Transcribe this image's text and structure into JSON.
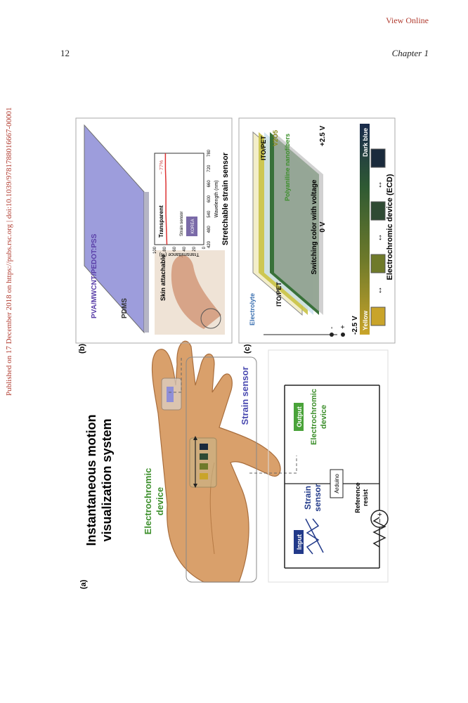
{
  "header": {
    "view_online": "View Online",
    "page_number": "12",
    "chapter": "Chapter 1"
  },
  "side_note": "Published on 17 December 2018 on https://pubs.rsc.org | doi:10.1039/9781788016667-00001",
  "figure": {
    "panel_a": {
      "label": "(a)",
      "title_line1": "Instantaneous motion",
      "title_line2": "visualization system",
      "electrochromic_line1": "Electrochromic",
      "electrochromic_line2": "device",
      "strain_sensor": "Strain sensor",
      "circuit": {
        "input": "Input",
        "strain_line1": "Strain",
        "strain_line2": "sensor",
        "arduino": "Arduino",
        "reference_line1": "Reference",
        "reference_line2": "resist",
        "output": "Output",
        "ec_line1": "Electrochromic",
        "ec_line2": "device",
        "minus": "−",
        "plus": "+"
      }
    },
    "panel_b": {
      "label": "(b)",
      "film_label": "PVA/MWCNT/PEDOT:PSS",
      "pdms": "PDMS",
      "skin": "Skin attachable",
      "transparent": "Transparent",
      "transmittance": "~ 77%",
      "strain_sensor": "Strain sensor",
      "korea": "KOREA",
      "caption": "Stretchable strain sensor",
      "chart_data": {
        "type": "line",
        "xlabel": "Wavelength (nm)",
        "ylabel": "Transmittance (%)",
        "x_ticks": [
          "420",
          "480",
          "540",
          "600",
          "660",
          "720",
          "780"
        ],
        "y_ticks": [
          "0",
          "20",
          "40",
          "60",
          "80",
          "100"
        ],
        "xlim": [
          420,
          780
        ],
        "ylim": [
          0,
          100
        ],
        "series": [
          {
            "x": [
              420,
              480,
              540,
              600,
              660,
              720,
              780
            ],
            "y": [
              75,
              76,
              77,
              77,
              77,
              78,
              78
            ]
          }
        ]
      }
    },
    "panel_c": {
      "label": "(c)",
      "ito_top": "ITO/PET",
      "v2o5": "V2O5",
      "polyaniline": "Polyaniline nanofibers",
      "electrolyte": "Electrolyte",
      "ito_bottom": "ITO/PET",
      "switching": "Switching color with voltage",
      "v_neg": "-2.5 V",
      "v_zero": "0 V",
      "v_pos": "+2.5 V",
      "yellow": "Yellow",
      "dark_blue": "Dark blue",
      "caption": "Electrochromic device (ECD)",
      "terminal_minus": "-",
      "terminal_plus": "+",
      "swatch_colors": [
        "#c9a42a",
        "#6f7a2a",
        "#2f4a33",
        "#1a2a3c"
      ]
    }
  }
}
